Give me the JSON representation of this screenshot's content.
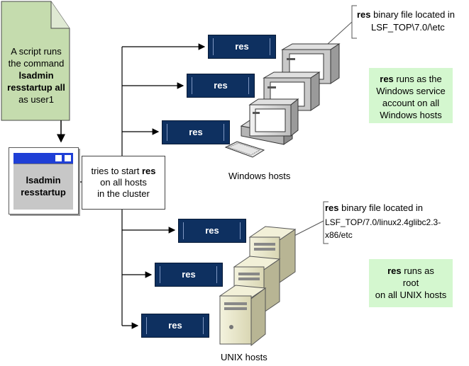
{
  "script_doc": {
    "line1": "A script runs",
    "line2": "the command",
    "cmd1": "lsadmin",
    "cmd2": "resstartup all",
    "line5": "as user1"
  },
  "window": {
    "cmd1": "lsadmin",
    "cmd2": "resstartup"
  },
  "tries": {
    "pre": "tries to start ",
    "res": "res",
    "line2": "on all hosts",
    "line3": "in the cluster"
  },
  "res_label": "res",
  "win_note": {
    "res": "res",
    "rest": " binary file located in",
    "path": "LSF_TOP\\7.0/\\etc"
  },
  "unix_note": {
    "res": "res",
    "rest": " binary file located in",
    "path": "LSF_TOP/7.0/linux2.4glibc2.3-x86/etc"
  },
  "win_green": {
    "res": "res",
    "rest": " runs as the",
    "line2": "Windows service",
    "line3": "account on all",
    "line4": "Windows hosts"
  },
  "unix_green": {
    "res": "res",
    "rest": " runs as",
    "line2": "root",
    "line3": "on all UNIX hosts"
  },
  "captions": {
    "windows": "Windows hosts",
    "unix": "UNIX hosts"
  },
  "colors": {
    "res_box": "#0e3060",
    "window_title": "#1f3fd6",
    "doc_fill": "#c5dcae",
    "green_note": "#d4f7cf",
    "server": "#e8e6c8"
  }
}
